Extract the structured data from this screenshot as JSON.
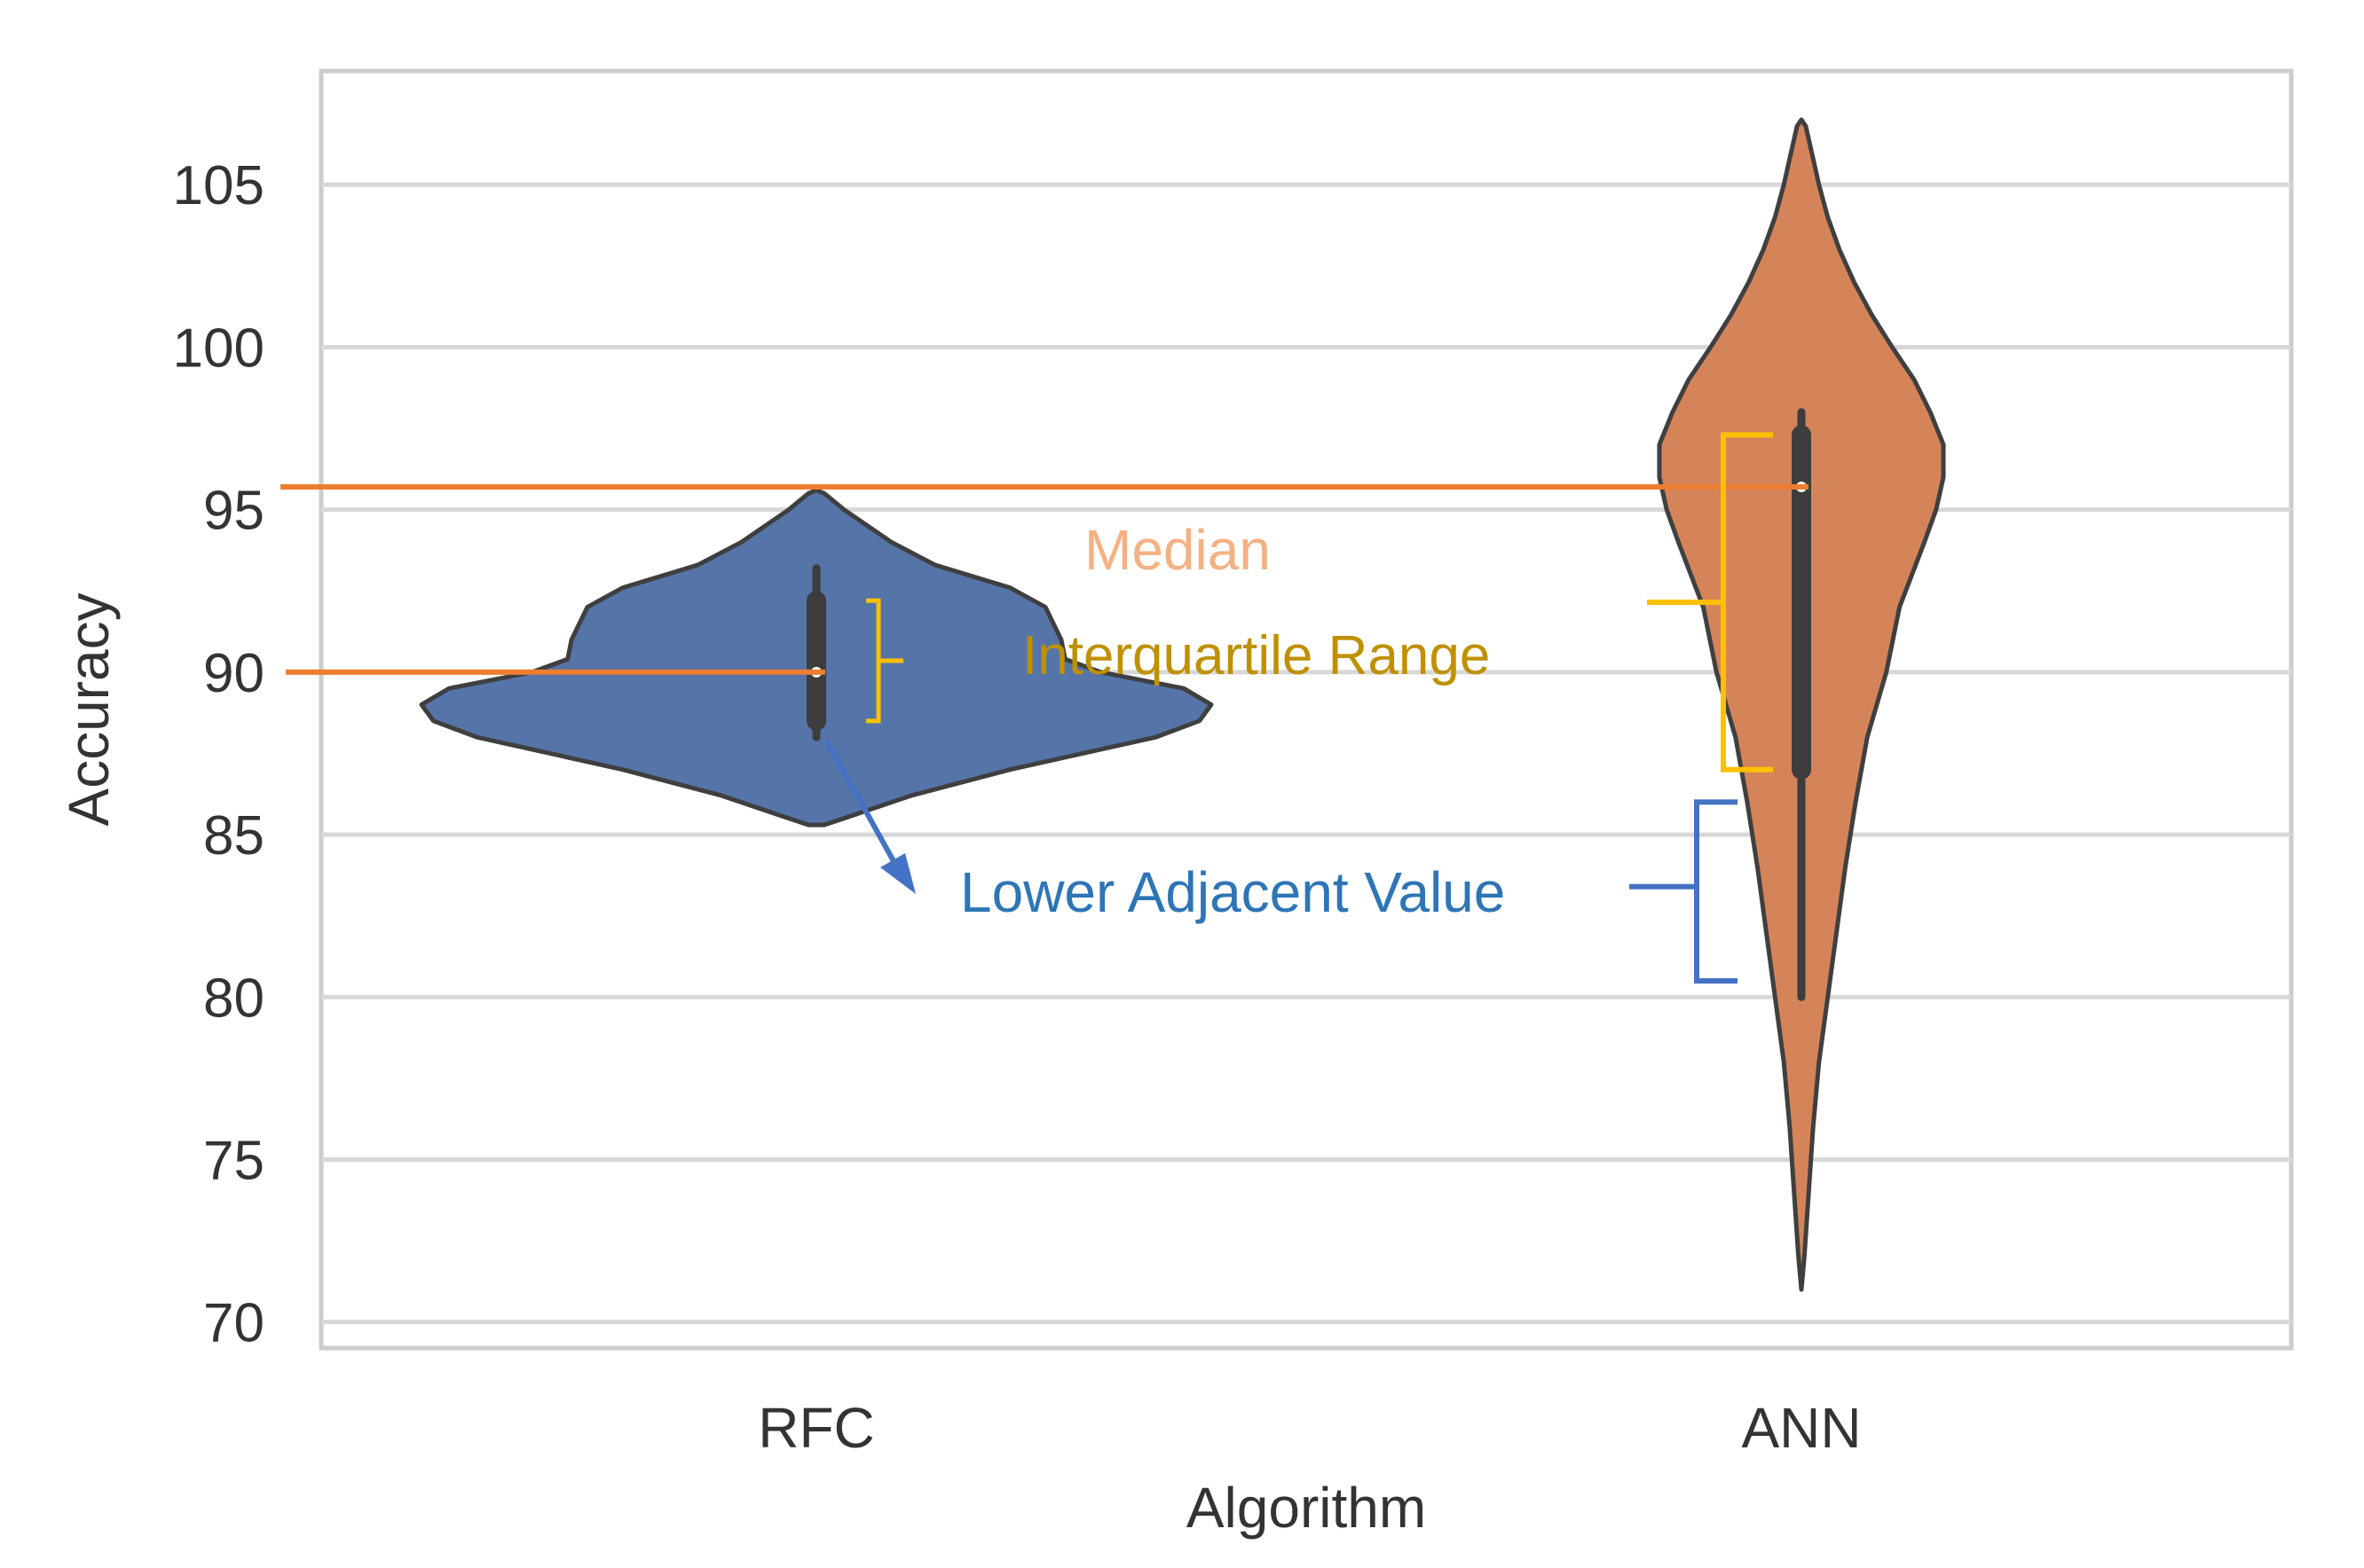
{
  "colors": {
    "rfc_fill": "#5574a8",
    "ann_fill": "#d5845a",
    "outline": "#3f3f3f",
    "grid": "#d8d8d8",
    "frame": "#cccccc",
    "median_line": "#ed7d31",
    "median_text": "#f4b183",
    "iqr": "#ffc000",
    "iqr_text": "#bf9000",
    "lav": "#4472c4",
    "lav_text": "#2e75b6",
    "box": "#3d3d3d",
    "tick_text": "#333333"
  },
  "chart_data": {
    "type": "violin",
    "xlabel": "Algorithm",
    "ylabel": "Accuracy",
    "yticks": [
      70,
      75,
      80,
      85,
      90,
      95,
      100,
      105
    ],
    "ylim": [
      69.2,
      108.5
    ],
    "categories": [
      "RFC",
      "ANN"
    ],
    "grid": true,
    "series": [
      {
        "name": "RFC",
        "median": 90,
        "q1": 88.5,
        "q3": 92.2,
        "whisker_low": 88.0,
        "whisker_high": 93.2,
        "min": 85.3,
        "max": 95.6,
        "density": [
          [
            85.3,
            0.02
          ],
          [
            85.5,
            0.07
          ],
          [
            86.2,
            0.24
          ],
          [
            87.0,
            0.49
          ],
          [
            88.0,
            0.86
          ],
          [
            88.5,
            0.97
          ],
          [
            89.0,
            1.0
          ],
          [
            89.5,
            0.93
          ],
          [
            90.0,
            0.72
          ],
          [
            90.4,
            0.63
          ],
          [
            91.0,
            0.62
          ],
          [
            92.0,
            0.58
          ],
          [
            92.6,
            0.49
          ],
          [
            93.3,
            0.3
          ],
          [
            94.0,
            0.19
          ],
          [
            95.0,
            0.07
          ],
          [
            95.5,
            0.02
          ],
          [
            95.6,
            0.0
          ]
        ]
      },
      {
        "name": "ANN",
        "median": 95.7,
        "q1": 87.0,
        "q3": 97.3,
        "whisker_low": 80.0,
        "whisker_high": 98.0,
        "min": 71.0,
        "max": 107.0,
        "density": [
          [
            71.0,
            0.0
          ],
          [
            72.0,
            0.02
          ],
          [
            74.0,
            0.05
          ],
          [
            76.0,
            0.08
          ],
          [
            78.0,
            0.12
          ],
          [
            80.0,
            0.18
          ],
          [
            82.0,
            0.24
          ],
          [
            84.0,
            0.3
          ],
          [
            86.0,
            0.37
          ],
          [
            88.0,
            0.45
          ],
          [
            90.0,
            0.58
          ],
          [
            92.0,
            0.67
          ],
          [
            94.0,
            0.84
          ],
          [
            95.0,
            0.92
          ],
          [
            96.0,
            0.97
          ],
          [
            97.0,
            0.97
          ],
          [
            98.0,
            0.88
          ],
          [
            99.0,
            0.77
          ],
          [
            100.0,
            0.62
          ],
          [
            101.0,
            0.48
          ],
          [
            102.0,
            0.36
          ],
          [
            103.0,
            0.26
          ],
          [
            104.0,
            0.18
          ],
          [
            105.0,
            0.12
          ],
          [
            106.0,
            0.07
          ],
          [
            106.8,
            0.03
          ],
          [
            107.0,
            0.0
          ]
        ]
      }
    ],
    "annotations": [
      {
        "text": "Median"
      },
      {
        "text": "Interquartile Range"
      },
      {
        "text": "Lower Adjacent Value"
      }
    ]
  }
}
